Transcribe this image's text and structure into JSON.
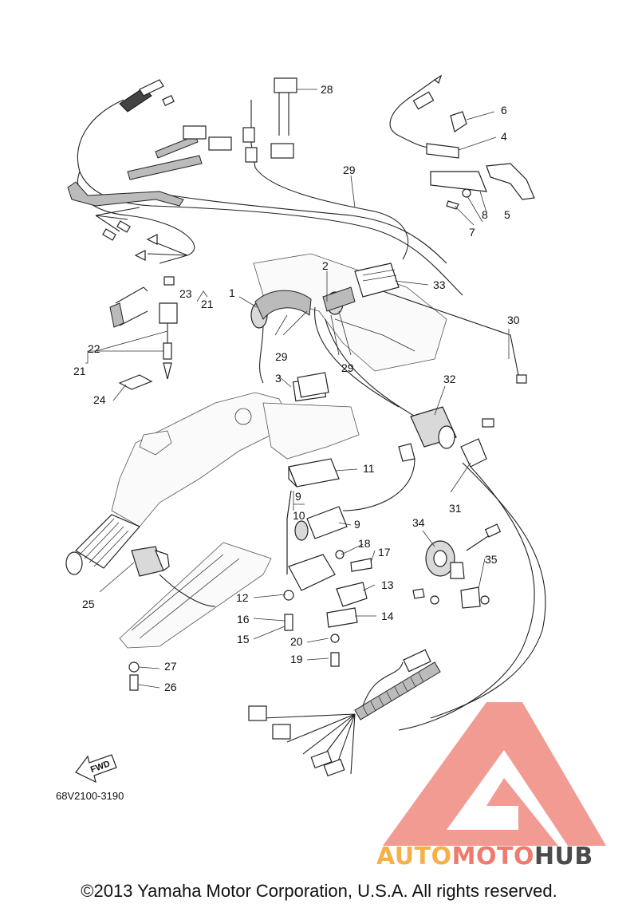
{
  "diagram": {
    "callouts": [
      {
        "id": "c1",
        "text": "1"
      },
      {
        "id": "c2",
        "text": "2"
      },
      {
        "id": "c3",
        "text": "3"
      },
      {
        "id": "c4",
        "text": "4"
      },
      {
        "id": "c5",
        "text": "5"
      },
      {
        "id": "c6",
        "text": "6"
      },
      {
        "id": "c7",
        "text": "7"
      },
      {
        "id": "c8",
        "text": "8"
      },
      {
        "id": "c9a",
        "text": "9"
      },
      {
        "id": "c9b",
        "text": "9"
      },
      {
        "id": "c10",
        "text": "10"
      },
      {
        "id": "c11",
        "text": "11"
      },
      {
        "id": "c12",
        "text": "12"
      },
      {
        "id": "c13",
        "text": "13"
      },
      {
        "id": "c14",
        "text": "14"
      },
      {
        "id": "c15",
        "text": "15"
      },
      {
        "id": "c16",
        "text": "16"
      },
      {
        "id": "c17",
        "text": "17"
      },
      {
        "id": "c18",
        "text": "18"
      },
      {
        "id": "c19",
        "text": "19"
      },
      {
        "id": "c20",
        "text": "20"
      },
      {
        "id": "c21a",
        "text": "21"
      },
      {
        "id": "c21b",
        "text": "21"
      },
      {
        "id": "c22",
        "text": "22"
      },
      {
        "id": "c23",
        "text": "23"
      },
      {
        "id": "c24",
        "text": "24"
      },
      {
        "id": "c25",
        "text": "25"
      },
      {
        "id": "c26",
        "text": "26"
      },
      {
        "id": "c27",
        "text": "27"
      },
      {
        "id": "c28",
        "text": "28"
      },
      {
        "id": "c29a",
        "text": "29"
      },
      {
        "id": "c29b",
        "text": "29"
      },
      {
        "id": "c29c",
        "text": "29"
      },
      {
        "id": "c30",
        "text": "30"
      },
      {
        "id": "c31",
        "text": "31"
      },
      {
        "id": "c32",
        "text": "32"
      },
      {
        "id": "c33",
        "text": "33"
      },
      {
        "id": "c34",
        "text": "34"
      },
      {
        "id": "c35",
        "text": "35"
      }
    ],
    "fwd_label": "FWD",
    "doc_code": "68V2100-3190"
  },
  "watermark": {
    "auto": "AUTO",
    "moto": "MOTO",
    "hub": "HUB",
    "colors": {
      "auto": "#f5b04a",
      "moto": "#ee7b6e",
      "hub": "#4b4b4b",
      "logo": "#ee8a80"
    }
  },
  "footer": {
    "copyright": "©2013 Yamaha Motor Corporation, U.S.A. All rights reserved."
  }
}
